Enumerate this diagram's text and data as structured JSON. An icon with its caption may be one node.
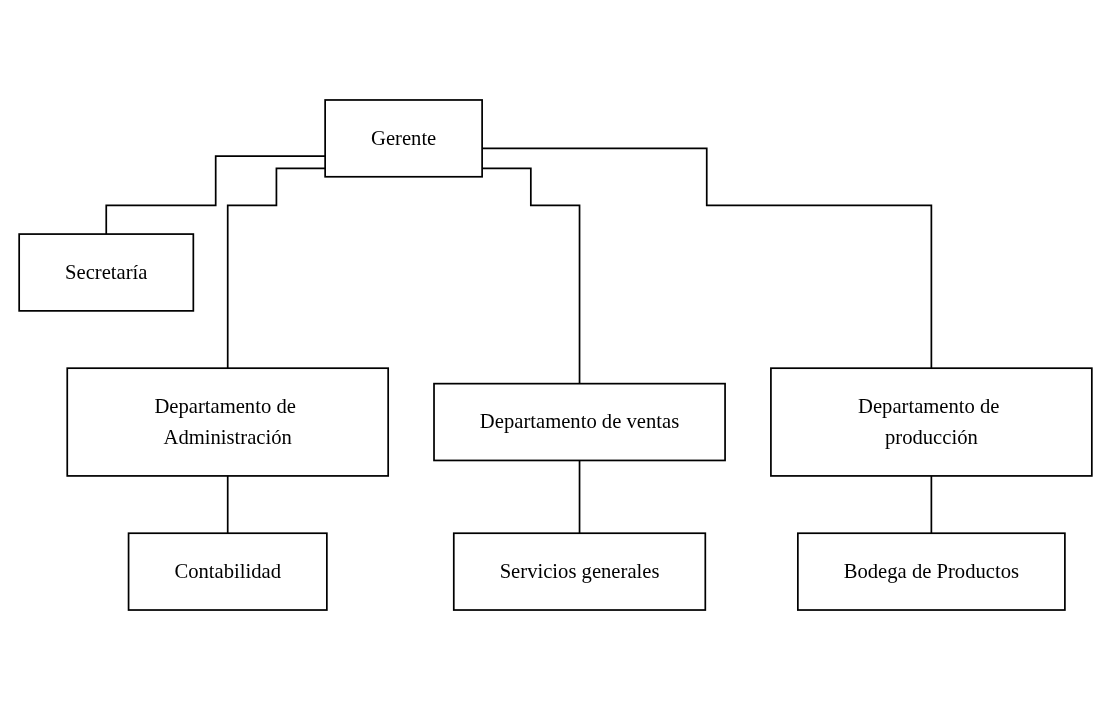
{
  "diagram": {
    "nodes": [
      {
        "text": [
          "Gerente"
        ]
      },
      {
        "text": [
          "Secretaría"
        ]
      },
      {
        "text": [
          "Departamento de Administración"
        ]
      },
      {
        "text": [
          "Departamento de ventas"
        ]
      },
      {
        "text": [
          "Departamento de producción"
        ]
      },
      {
        "text": [
          "Contabilidad"
        ]
      },
      {
        "text": [
          "Servicios generales"
        ]
      },
      {
        "text": [
          "Bodega de Productos"
        ]
      }
    ],
    "edges": [
      {
        "from": 0,
        "to": 1,
        "arrow": "none"
      },
      {
        "from": 0,
        "to": 2,
        "arrow": "none"
      },
      {
        "from": 0,
        "to": 3,
        "arrow": "none"
      },
      {
        "from": 0,
        "to": 4,
        "arrow": "none"
      },
      {
        "from": 2,
        "to": 5,
        "arrow": "none"
      },
      {
        "from": 3,
        "to": 6,
        "arrow": "none"
      },
      {
        "from": 4,
        "to": 7,
        "arrow": "none"
      }
    ]
  }
}
